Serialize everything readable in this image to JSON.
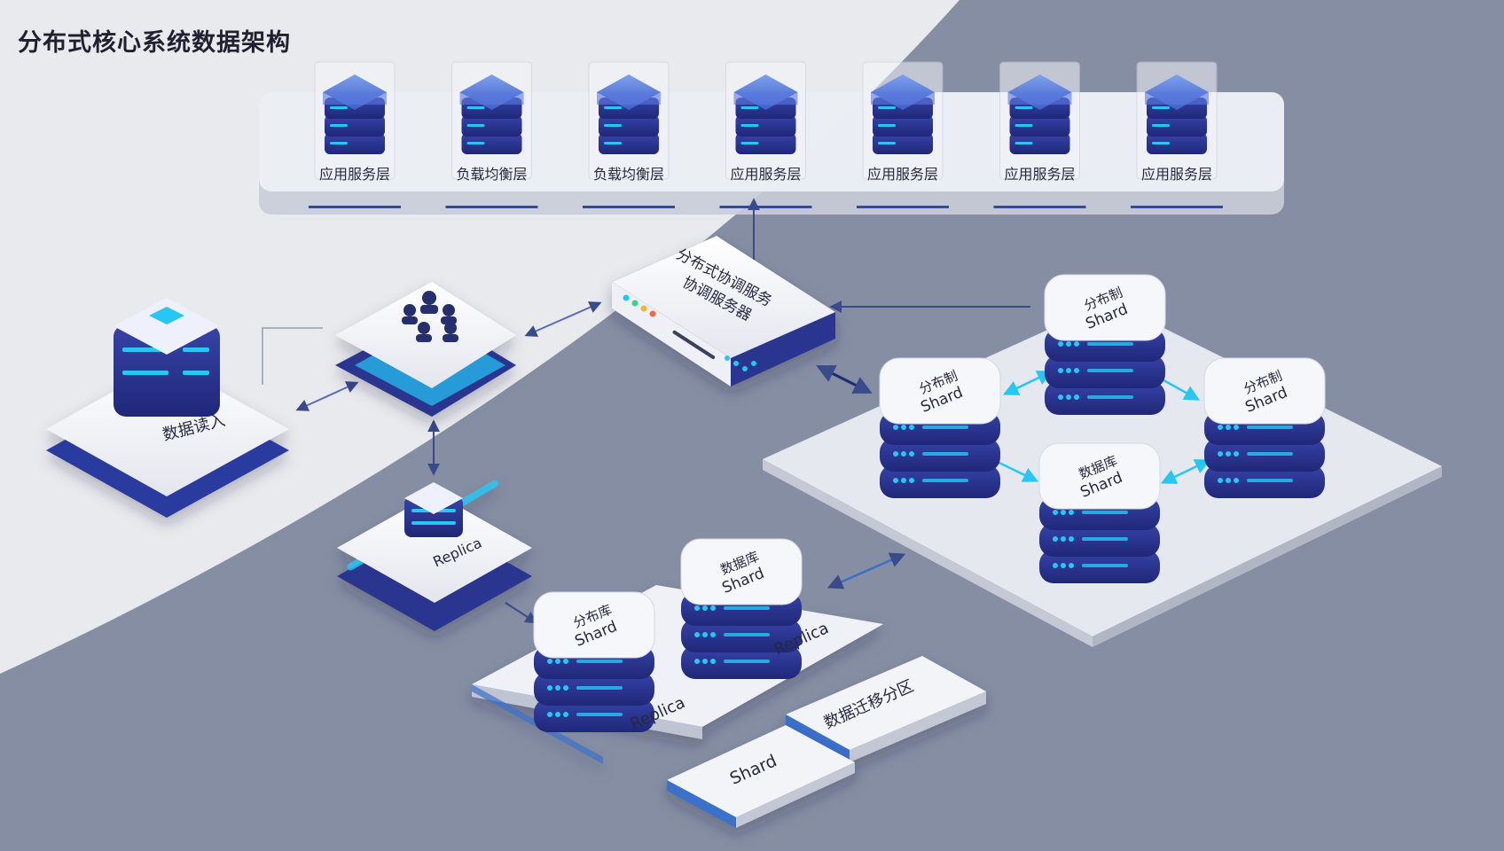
{
  "page": {
    "title": "分布式核心系统数据架构"
  },
  "top_tier": {
    "servers": [
      {
        "label": "应用服务层"
      },
      {
        "label": "负载均衡层"
      },
      {
        "label": "负载均衡层"
      },
      {
        "label": "应用服务层"
      },
      {
        "label": "应用服务层"
      },
      {
        "label": "应用服务层"
      },
      {
        "label": "应用服务层"
      }
    ]
  },
  "coordinator": {
    "label_line1": "分布式协调服务",
    "label_line2": "协调服务器"
  },
  "left_node": {
    "label": "数据读入"
  },
  "replica_center": {
    "label": "Replica"
  },
  "shard_cluster": {
    "shards": [
      {
        "label_top": "分布制",
        "label_bottom": "Shard"
      },
      {
        "label_top": "分布制",
        "label_bottom": "Shard"
      },
      {
        "label_top": "分布制",
        "label_bottom": "Shard"
      },
      {
        "label_top": "数据库",
        "label_bottom": "Shard"
      }
    ]
  },
  "lower_group": {
    "shard_a": {
      "label_top": "分布库",
      "label_bottom": "Shard"
    },
    "shard_b": {
      "label_top": "数据库",
      "label_bottom": "Shard"
    },
    "replica_a_label": "Replica",
    "replica_b_label": "Replica",
    "tile_shard_label": "Shard",
    "tile_migrate_label": "数据迁移分区"
  },
  "colors": {
    "navy": "#2a3490",
    "cyan": "#27c7f5",
    "panel": "#f2f3f7",
    "background_dark": "#8a92a6",
    "background_light": "#e9eaed",
    "arrow": "#3a4b8a"
  }
}
